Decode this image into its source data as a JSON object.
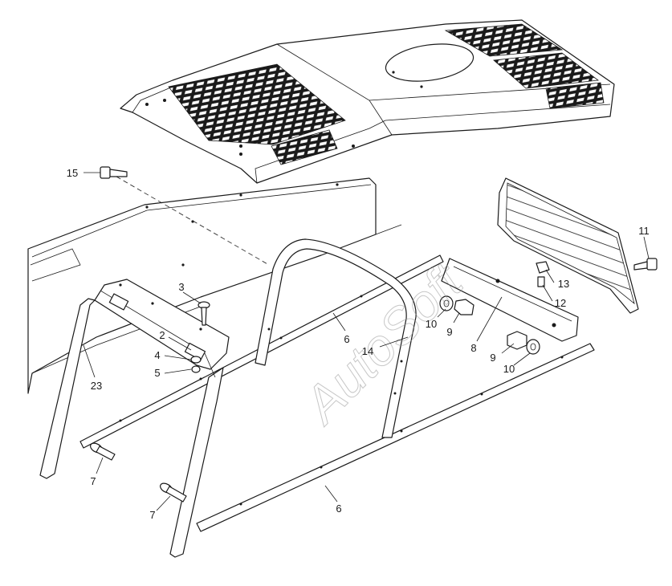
{
  "watermark": "AutoSoft",
  "callouts": [
    {
      "id": "c15",
      "text": "15"
    },
    {
      "id": "c3",
      "text": "3"
    },
    {
      "id": "c2",
      "text": "2"
    },
    {
      "id": "c4",
      "text": "4"
    },
    {
      "id": "c5",
      "text": "5"
    },
    {
      "id": "c23",
      "text": "23"
    },
    {
      "id": "c6a",
      "text": "6"
    },
    {
      "id": "c14",
      "text": "14"
    },
    {
      "id": "c10a",
      "text": "10"
    },
    {
      "id": "c9a",
      "text": "9"
    },
    {
      "id": "c8",
      "text": "8"
    },
    {
      "id": "c9b",
      "text": "9"
    },
    {
      "id": "c10b",
      "text": "10"
    },
    {
      "id": "c12",
      "text": "12"
    },
    {
      "id": "c13",
      "text": "13"
    },
    {
      "id": "c11",
      "text": "11"
    },
    {
      "id": "c7a",
      "text": "7"
    },
    {
      "id": "c7b",
      "text": "7"
    },
    {
      "id": "c6b",
      "text": "6"
    }
  ]
}
